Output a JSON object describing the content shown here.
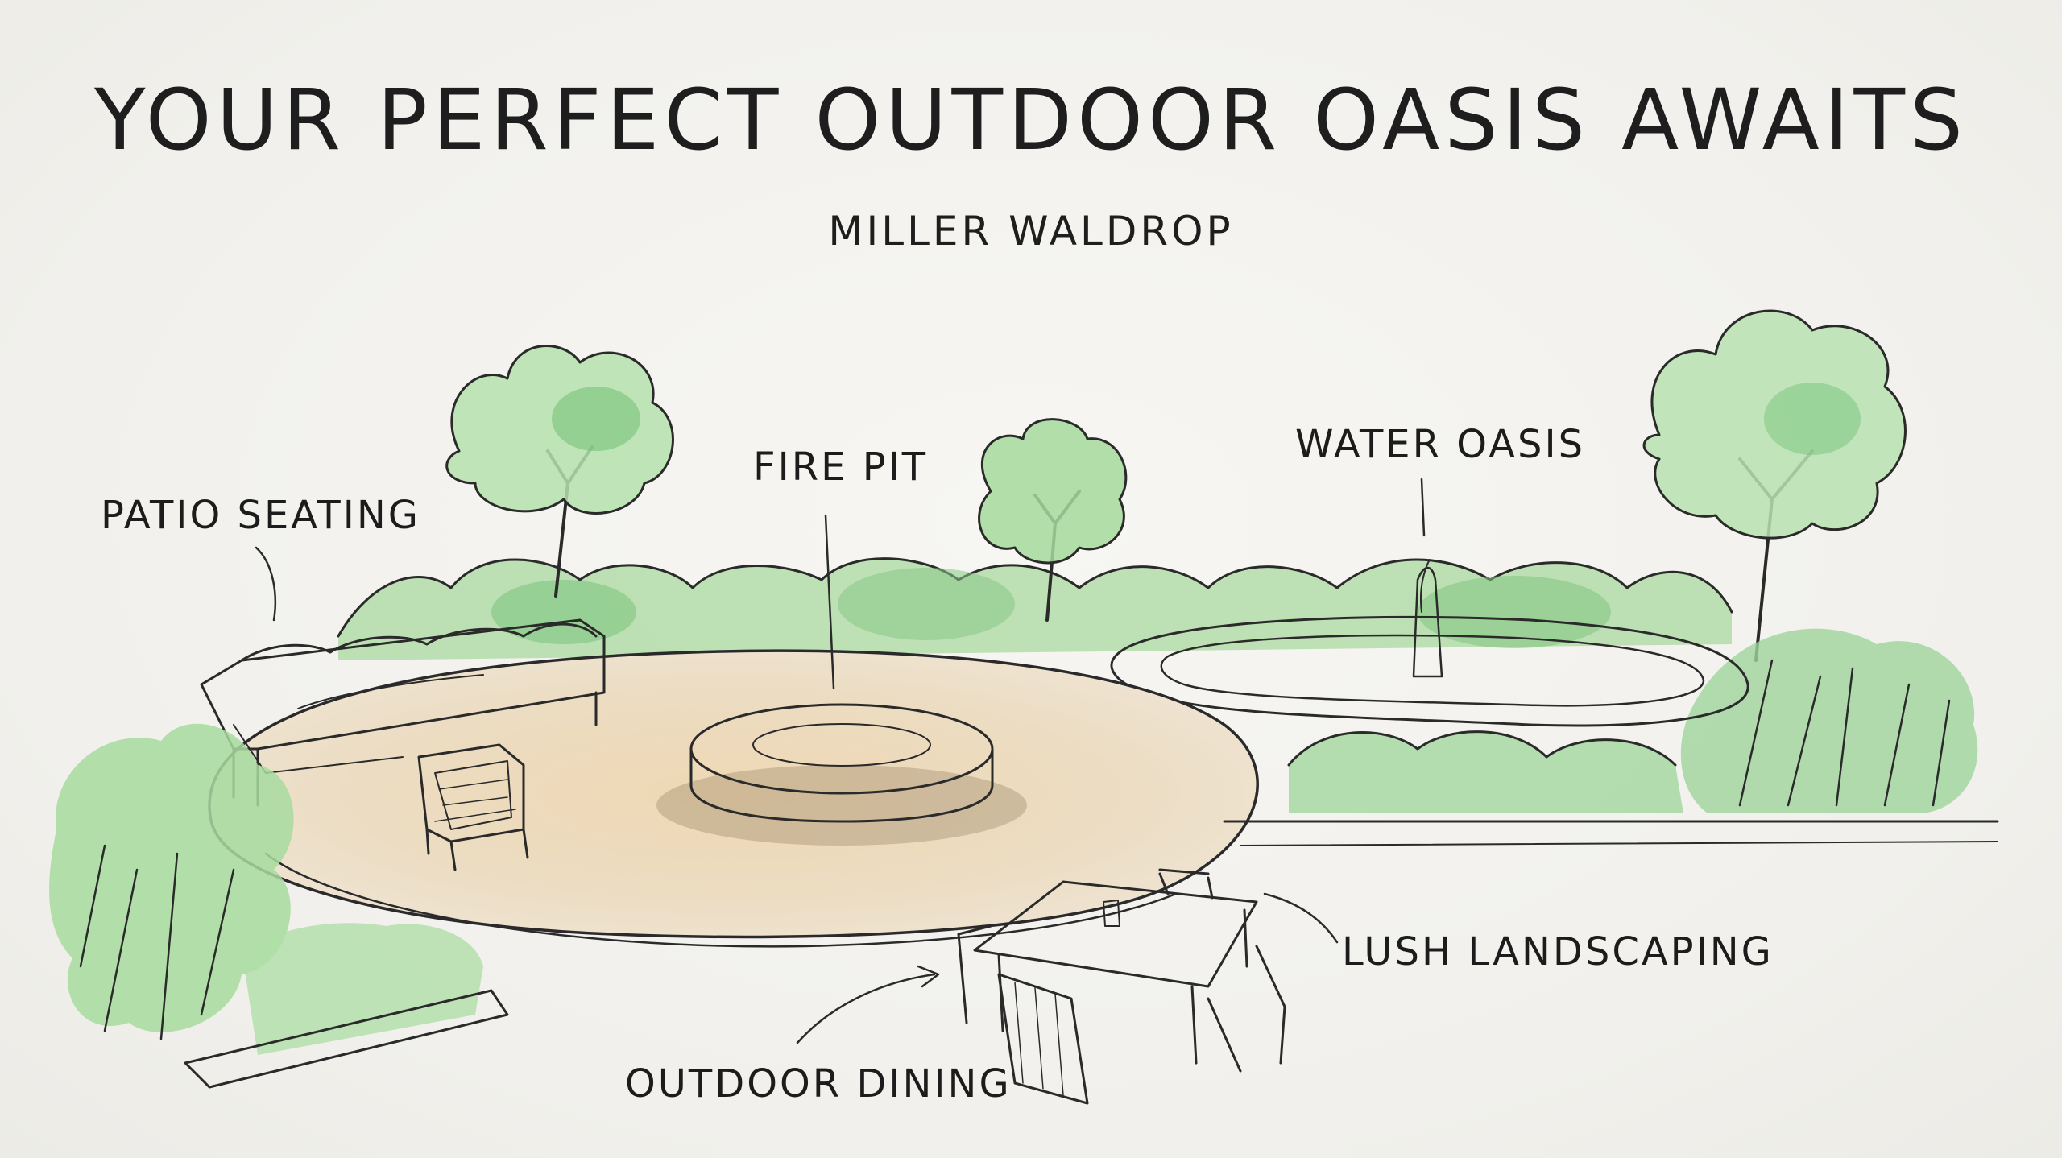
{
  "title": "YOUR PERFECT OUTDOOR OASIS AWAITS",
  "subtitle": "MILLER WALDROP",
  "labels": {
    "patio_seating": "PATIO SEATING",
    "fire_pit": "FIRE PIT",
    "water_oasis": "WATER OASIS",
    "lush_landscaping": "LUSH LANDSCAPING",
    "outdoor_dining": "OUTDOOR DINING"
  },
  "colors": {
    "ink": "#2a2a2a",
    "paper": "#f3f2ee",
    "foliage": "#8fcf8a",
    "foliage_dark": "#5fae6a",
    "water": "#6cb8dd",
    "patio": "#e8d4b2",
    "fire_coals": "#a8602e"
  }
}
